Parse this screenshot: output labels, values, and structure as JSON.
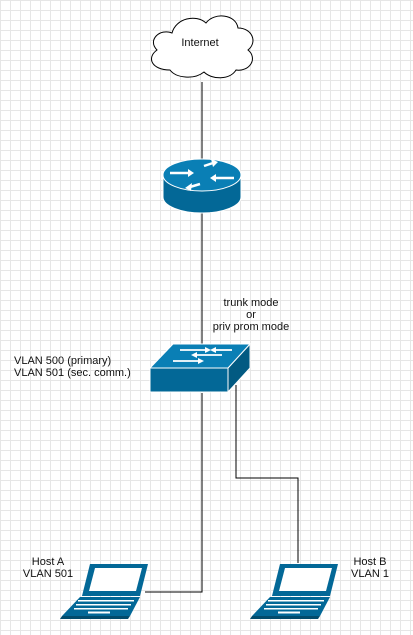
{
  "cloud": {
    "label": "Internet"
  },
  "router": {
    "icon": "router-icon"
  },
  "switch": {
    "icon": "switch-icon",
    "mode_lines": [
      "trunk mode",
      "or",
      "priv prom mode"
    ],
    "vlan_lines": [
      "VLAN 500 (primary)",
      "VLAN 501 (sec. comm.)"
    ]
  },
  "hosts": [
    {
      "name": "Host A",
      "vlan": "VLAN 501",
      "icon": "laptop-icon"
    },
    {
      "name": "Host B",
      "vlan": "VLAN 1",
      "icon": "laptop-icon"
    }
  ],
  "colors": {
    "device": "#036897",
    "device_top": "#0a7fb5",
    "line": "#000000"
  }
}
